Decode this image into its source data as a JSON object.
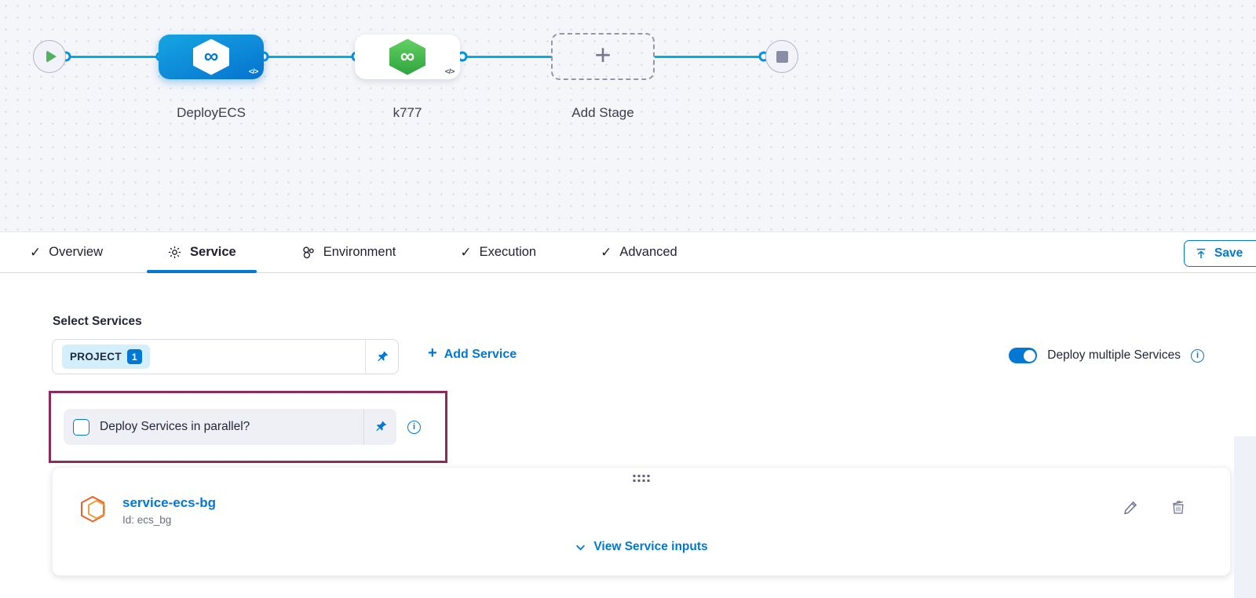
{
  "colors": {
    "accent_blue": "#0278d5",
    "edge_cyan": "#00ade4",
    "annotation_maroon": "#8b2c5a",
    "stage_green": "#42ba57",
    "service_icon_orange": "#ef7d33",
    "canvas_bg": "#f4f6fa"
  },
  "icons": {
    "check": "✓",
    "infinity": "∞",
    "code": "</>",
    "plus": "+",
    "info": "i"
  },
  "pipeline": {
    "stages": [
      {
        "name": "DeployECS"
      },
      {
        "name": "k777"
      }
    ],
    "add_stage_label": "Add Stage"
  },
  "tabs": {
    "overview": "Overview",
    "service": "Service",
    "environment": "Environment",
    "execution": "Execution",
    "advanced": "Advanced"
  },
  "header": {
    "save_label": "Save"
  },
  "service_tab": {
    "select_services_label": "Select Services",
    "chip_text": "PROJECT",
    "chip_count": "1",
    "add_service_label": "Add Service",
    "deploy_multiple_label": "Deploy multiple Services",
    "parallel_label": "Deploy Services in parallel?",
    "card": {
      "name": "service-ecs-bg",
      "id_text": "Id: ecs_bg",
      "view_inputs_label": "View Service inputs"
    }
  }
}
